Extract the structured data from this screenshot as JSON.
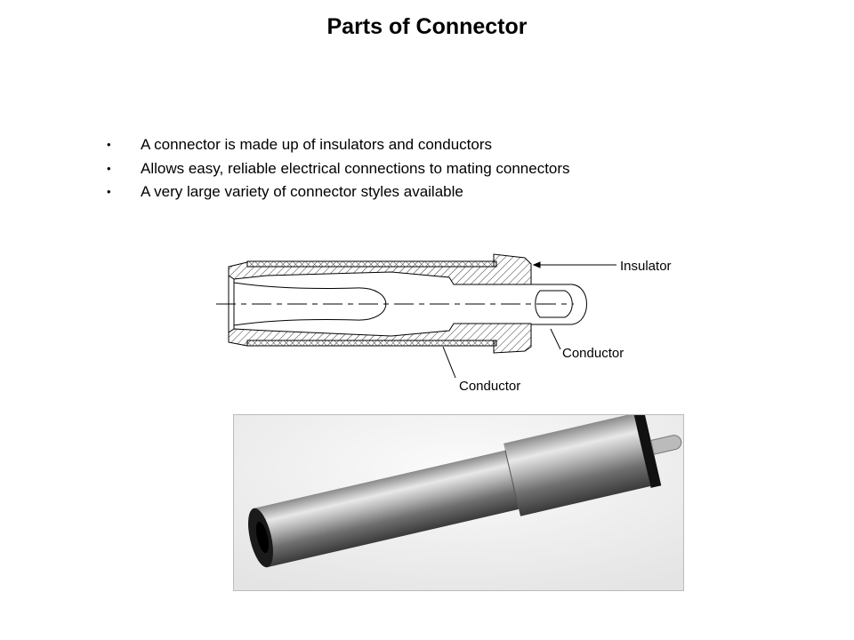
{
  "title": "Parts of Connector",
  "bullets": [
    "A connector is made up of insulators and conductors",
    "Allows easy, reliable electrical connections to mating connectors",
    "A very large variety of connector styles available"
  ],
  "diagram": {
    "labels": {
      "insulator": "Insulator",
      "conductor_pin": "Conductor",
      "conductor_sleeve": "Conductor"
    }
  }
}
